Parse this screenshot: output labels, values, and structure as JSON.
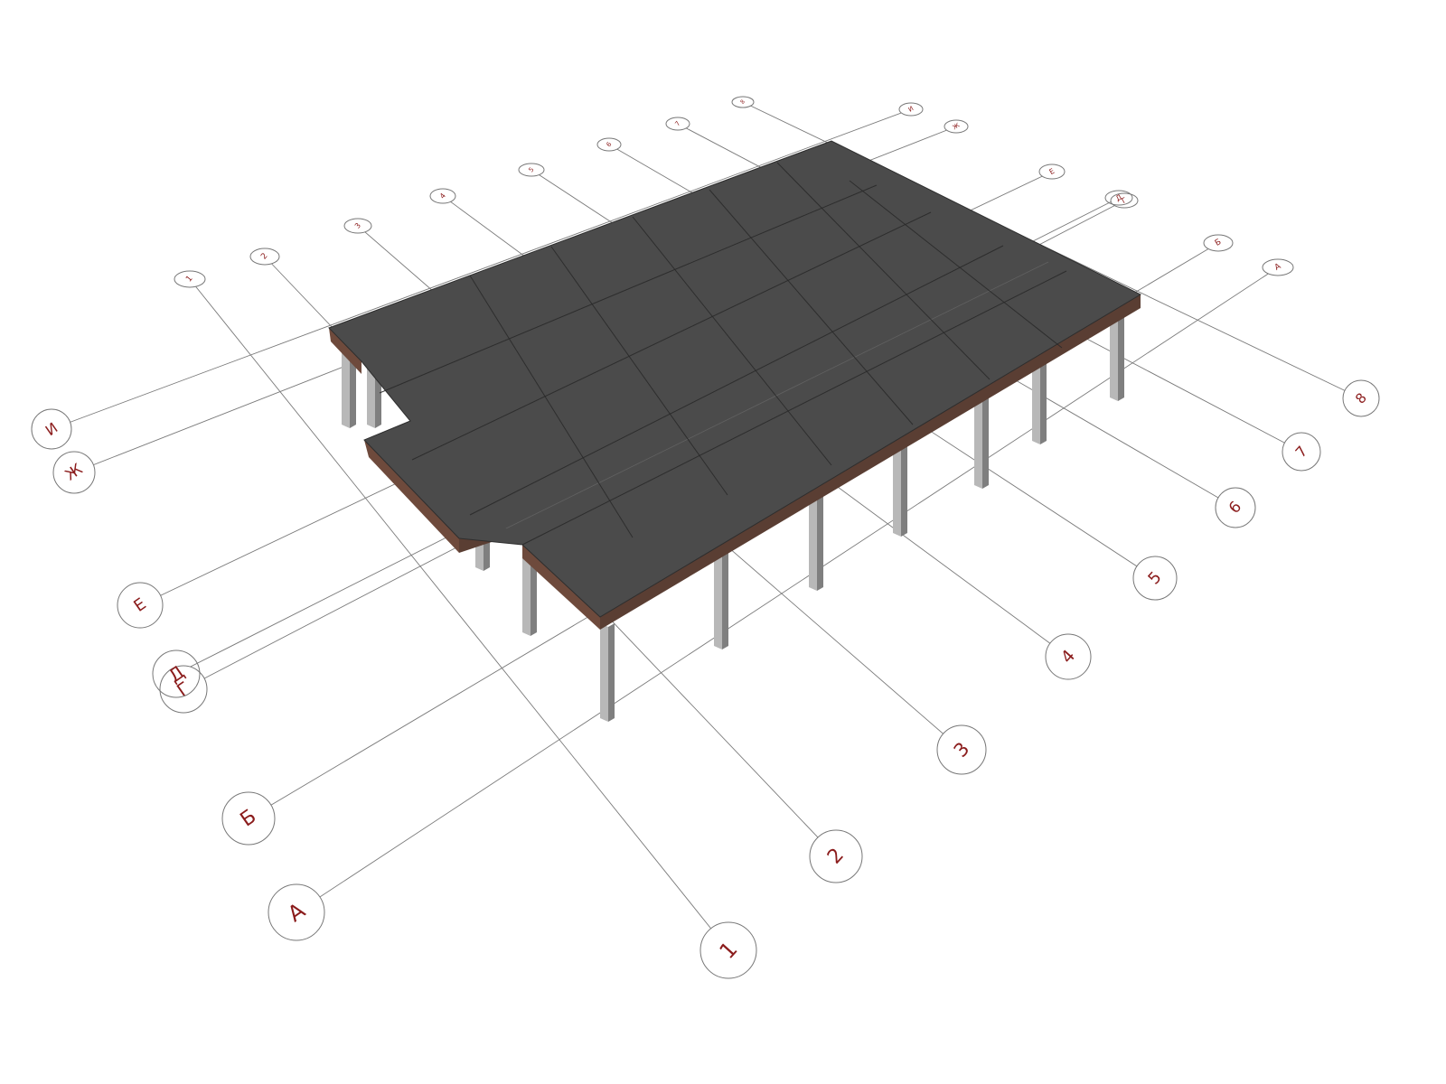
{
  "drawing": {
    "grid_axes_numbers": [
      "1",
      "2",
      "3",
      "4",
      "5",
      "6",
      "7",
      "8"
    ],
    "grid_axes_letters": [
      "А",
      "Б",
      "Г",
      "Д",
      "Е",
      "Ж",
      "И"
    ],
    "colors": {
      "slab": "#4b4b4b",
      "slab_edge": "#6e4a3c",
      "column": "#a9a9a9",
      "grid_line": "#7a7a7a",
      "axis_label": "#8b1c1c"
    }
  }
}
